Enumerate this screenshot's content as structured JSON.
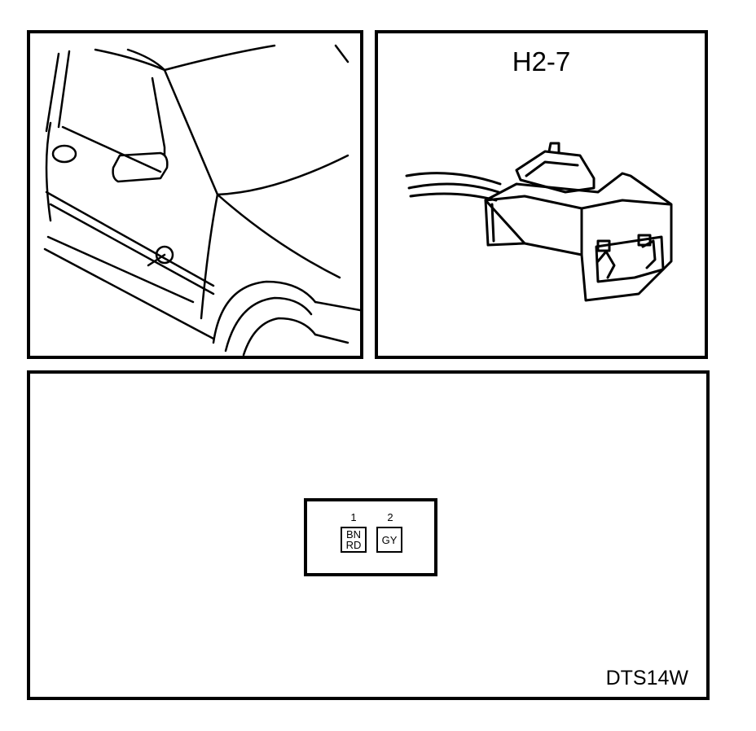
{
  "connector": {
    "title": "H2-7"
  },
  "pinout": {
    "pins": [
      {
        "number": "1",
        "wire_lines": [
          "BN",
          "RD"
        ]
      },
      {
        "number": "2",
        "wire_lines": [
          "GY"
        ]
      }
    ]
  },
  "document_code": "DTS14W"
}
